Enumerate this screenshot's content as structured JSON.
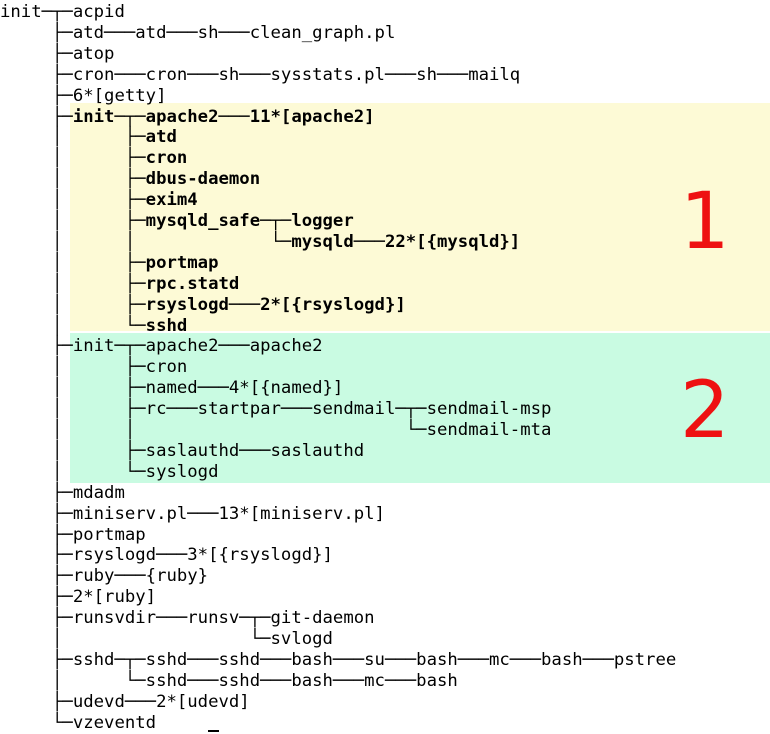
{
  "colors": {
    "background": "#ffffff",
    "text": "#000000",
    "container1": "#fdfad6",
    "container2": "#c9fbe2",
    "callout": "#ee1111"
  },
  "callouts": [
    "1",
    "2"
  ],
  "tree_lines": [
    "init─┬─acpid",
    "     ├─atd───atd───sh───clean_graph.pl",
    "     ├─atop",
    "     ├─cron───cron───sh───sysstats.pl───sh───mailq",
    "     ├─6*[getty]",
    "     ├─init─┬─apache2───11*[apache2]",
    "     │      ├─atd",
    "     │      ├─cron",
    "     │      ├─dbus-daemon",
    "     │      ├─exim4",
    "     │      ├─mysqld_safe─┬─logger",
    "     │      │             └─mysqld───22*[{mysqld}]",
    "     │      ├─portmap",
    "     │      ├─rpc.statd",
    "     │      ├─rsyslogd───2*[{rsyslogd}]",
    "     │      └─sshd",
    "     ├─init─┬─apache2───apache2",
    "     │      ├─cron",
    "     │      ├─named───4*[{named}]",
    "     │      ├─rc───startpar───sendmail─┬─sendmail-msp",
    "     │      │                          └─sendmail-mta",
    "     │      ├─saslauthd───saslauthd",
    "     │      └─syslogd",
    "     ├─mdadm",
    "     ├─miniserv.pl───13*[miniserv.pl]",
    "     ├─portmap",
    "     ├─rsyslogd───3*[{rsyslogd}]",
    "     ├─ruby───{ruby}",
    "     ├─2*[ruby]",
    "     ├─runsvdir───runsv─┬─git-daemon",
    "     │                  └─svlogd",
    "     ├─sshd─┬─sshd───sshd───bash───su───bash───mc───bash───pstree",
    "     │      └─sshd───sshd───bash───mc───bash",
    "     ├─udevd───2*[udevd]",
    "     └─vzeventd"
  ],
  "bold_line_indices": [
    5,
    6,
    7,
    8,
    9,
    10,
    11,
    12,
    13,
    14,
    15
  ]
}
